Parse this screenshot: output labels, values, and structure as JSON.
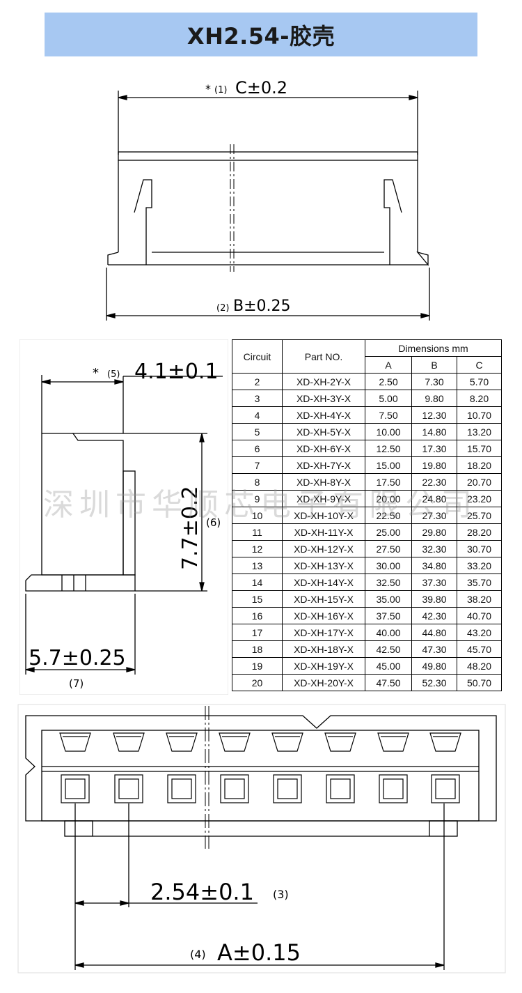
{
  "title": "XH2.54-胶壳",
  "top_drawing": {
    "dim_c_mark": "*",
    "dim_c_index": "(1)",
    "dim_c_text": "C±0.2",
    "dim_b_index": "(2)",
    "dim_b_text": "B±0.25"
  },
  "side_drawing": {
    "dim_width_mark": "*",
    "dim_width_index": "(5)",
    "dim_width_text": "4.1±0.1",
    "dim_height_text": "7.7±0.2",
    "dim_height_index": "(6)",
    "dim_base_text": "5.7±0.25",
    "dim_base_index": "(7)"
  },
  "table": {
    "col_circuit": "Circuit",
    "col_part": "Part NO.",
    "col_dims": "Dimensions mm",
    "col_a": "A",
    "col_b": "B",
    "col_c": "C",
    "rows": [
      [
        "2",
        "XD-XH-2Y-X",
        "2.50",
        "7.30",
        "5.70"
      ],
      [
        "3",
        "XD-XH-3Y-X",
        "5.00",
        "9.80",
        "8.20"
      ],
      [
        "4",
        "XD-XH-4Y-X",
        "7.50",
        "12.30",
        "10.70"
      ],
      [
        "5",
        "XD-XH-5Y-X",
        "10.00",
        "14.80",
        "13.20"
      ],
      [
        "6",
        "XD-XH-6Y-X",
        "12.50",
        "17.30",
        "15.70"
      ],
      [
        "7",
        "XD-XH-7Y-X",
        "15.00",
        "19.80",
        "18.20"
      ],
      [
        "8",
        "XD-XH-8Y-X",
        "17.50",
        "22.30",
        "20.70"
      ],
      [
        "9",
        "XD-XH-9Y-X",
        "20.00",
        "24.80",
        "23.20"
      ],
      [
        "10",
        "XD-XH-10Y-X",
        "22.50",
        "27.30",
        "25.70"
      ],
      [
        "11",
        "XD-XH-11Y-X",
        "25.00",
        "29.80",
        "28.20"
      ],
      [
        "12",
        "XD-XH-12Y-X",
        "27.50",
        "32.30",
        "30.70"
      ],
      [
        "13",
        "XD-XH-13Y-X",
        "30.00",
        "34.80",
        "33.20"
      ],
      [
        "14",
        "XD-XH-14Y-X",
        "32.50",
        "37.30",
        "35.70"
      ],
      [
        "15",
        "XD-XH-15Y-X",
        "35.00",
        "39.80",
        "38.20"
      ],
      [
        "16",
        "XD-XH-16Y-X",
        "37.50",
        "42.30",
        "40.70"
      ],
      [
        "17",
        "XD-XH-17Y-X",
        "40.00",
        "44.80",
        "43.20"
      ],
      [
        "18",
        "XD-XH-18Y-X",
        "42.50",
        "47.30",
        "45.70"
      ],
      [
        "19",
        "XD-XH-19Y-X",
        "45.00",
        "49.80",
        "48.20"
      ],
      [
        "20",
        "XD-XH-20Y-X",
        "47.50",
        "52.30",
        "50.70"
      ]
    ]
  },
  "watermark": "深圳市华顺芯电子有限公司",
  "bottom_drawing": {
    "dim_pitch_text": "2.54±0.1",
    "dim_pitch_index": "(3)",
    "dim_a_index": "(4)",
    "dim_a_text": "A±0.15"
  }
}
